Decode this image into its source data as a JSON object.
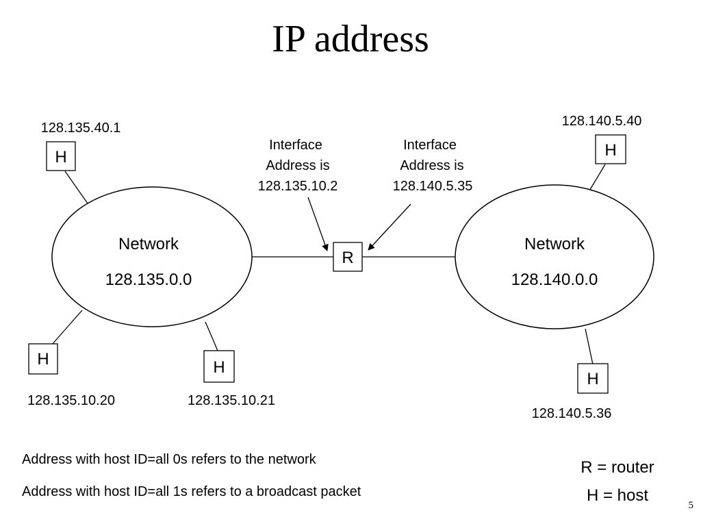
{
  "title": "IP address",
  "networks": {
    "left": {
      "label": "Network",
      "address": "128.135.0.0"
    },
    "right": {
      "label": "Network",
      "address": "128.140.0.0"
    }
  },
  "router": {
    "symbol": "R"
  },
  "hosts": [
    {
      "symbol": "H",
      "address": "128.135.40.1"
    },
    {
      "symbol": "H",
      "address": "128.135.10.20"
    },
    {
      "symbol": "H",
      "address": "128.135.10.21"
    },
    {
      "symbol": "H",
      "address": "128.140.5.40"
    },
    {
      "symbol": "H",
      "address": "128.140.5.36"
    }
  ],
  "interfaces": [
    {
      "line1": "Interface",
      "line2": "Address is",
      "address": "128.135.10.2"
    },
    {
      "line1": "Interface",
      "line2": "Address is",
      "address": "128.140.5.35"
    }
  ],
  "notes": [
    "Address with host ID=all 0s refers to the network",
    "Address with host ID=all 1s refers to a broadcast packet"
  ],
  "legend": {
    "router": "R = router",
    "host": "H = host"
  },
  "page_number": "5"
}
